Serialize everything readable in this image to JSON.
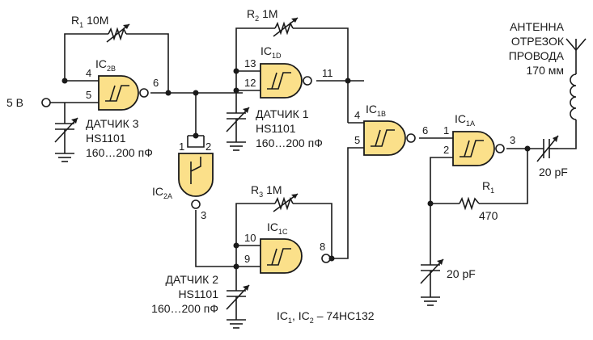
{
  "supply": {
    "label": "5 В"
  },
  "resistors": {
    "r1_name": "R",
    "r1_sub": "1",
    "r1_val": "10M",
    "r2_name": "R",
    "r2_sub": "2",
    "r2_val": "1M",
    "r3_name": "R",
    "r3_sub": "3",
    "r3_val": "1M",
    "r1b_name": "R",
    "r1b_sub": "1",
    "r1b_val": "470"
  },
  "gates": {
    "ic2b": {
      "name": "IC",
      "sub": "2B"
    },
    "ic1d": {
      "name": "IC",
      "sub": "1D"
    },
    "ic1b": {
      "name": "IC",
      "sub": "1B"
    },
    "ic1a": {
      "name": "IC",
      "sub": "1A"
    },
    "ic2a": {
      "name": "IC",
      "sub": "2A"
    },
    "ic1c": {
      "name": "IC",
      "sub": "1C"
    }
  },
  "pins": {
    "p4a": "4",
    "p5a": "5",
    "p6a": "6",
    "p13": "13",
    "p12": "12",
    "p11": "11",
    "p4b": "4",
    "p5b": "5",
    "p6b": "6",
    "p1a": "1",
    "p2a": "2",
    "p3a": "3",
    "p1b": "1",
    "p2b": "2",
    "p3b": "3",
    "p10": "10",
    "p9": "9",
    "p8": "8"
  },
  "sensors": {
    "s3": {
      "name": "ДАТЧИК 3",
      "part": "HS1101",
      "range": "160…200 пФ"
    },
    "s1": {
      "name": "ДАТЧИК 1",
      "part": "HS1101",
      "range": "160…200 пФ"
    },
    "s2": {
      "name": "ДАТЧИК 2",
      "part": "HS1101",
      "range": "160…200 пФ"
    }
  },
  "antenna": {
    "line1": "АНТЕННА",
    "line2": "ОТРЕЗОК",
    "line3": "ПРОВОДА",
    "line4": "170 мм"
  },
  "caps": {
    "c_series": "20 pF",
    "c_ground": "20 pF"
  },
  "footnote": {
    "a": "IC",
    "a_sub": "1",
    "b": ", IC",
    "b_sub": "2",
    "c": " – 74HC132"
  }
}
